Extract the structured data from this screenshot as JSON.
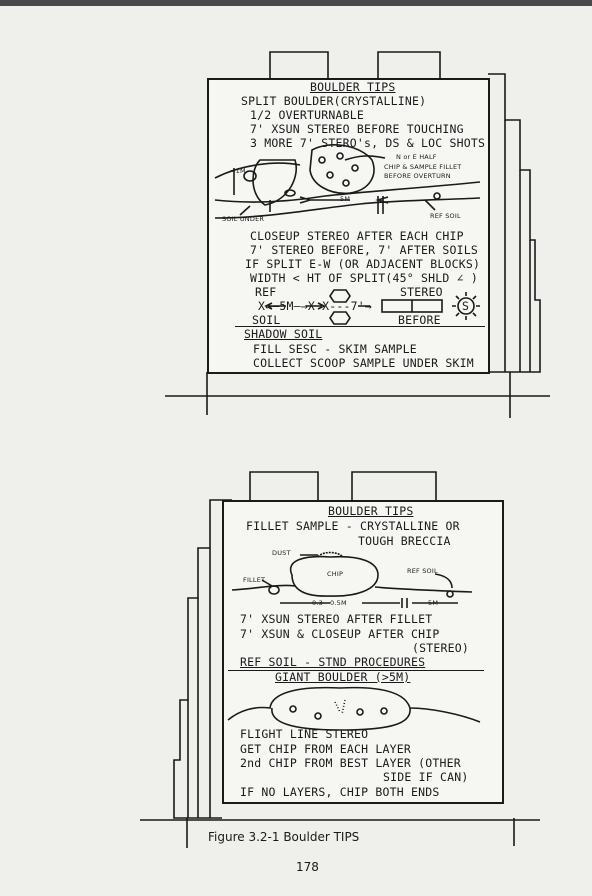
{
  "top_card": {
    "title": "BOULDER TIPS",
    "lines": [
      "SPLIT BOULDER(CRYSTALLINE)",
      "1/2 OVERTURNABLE",
      "7' XSUN STEREO BEFORE TOUCHING",
      "3 MORE 7' STERO's, DS & LOC SHOTS",
      "CLOSEUP STEREO AFTER EACH CHIP",
      "7' STEREO BEFORE, 7' AFTER SOILS",
      "IF SPLIT E-W  (OR ADJACENT BLOCKS)",
      "WIDTH < HT OF SPLIT(45° SHLD ∠ )",
      "SHADOW SOIL",
      "FILL SESC - SKIM SAMPLE",
      "COLLECT SCOOP SAMPLE UNDER SKIM"
    ],
    "sketch": {
      "one_m": "≈1M",
      "half": "N or E HALF",
      "chip_fillet": "CHIP & SAMPLE FILLET",
      "before": "BEFORE OVERTURN",
      "five_m": "5M",
      "soil_under": "SOIL UNDER",
      "ref_soil": "REF SOIL"
    },
    "diagram": {
      "ref": "REF",
      "stereo": "STEREO",
      "row": "X←—5M—→X  X---7'→",
      "s_label": "S",
      "soil": "SOIL",
      "before": "BEFORE"
    }
  },
  "bottom_card": {
    "title": "BOULDER TIPS",
    "lines": [
      "FILLET SAMPLE - CRYSTALLINE OR",
      "TOUGH BRECCIA",
      "7' XSUN STEREO AFTER FILLET",
      "7' XSUN & CLOSEUP AFTER CHIP",
      "(STEREO)",
      "REF SOIL - STND PROCEDURES",
      "GIANT BOULDER (>5M)",
      "FLIGHT LINE STEREO",
      "GET CHIP FROM EACH LAYER",
      "2nd CHIP FROM BEST LAYER (OTHER",
      "SIDE IF CAN)",
      "IF NO LAYERS, CHIP BOTH ENDS"
    ],
    "sketch": {
      "dust": "DUST",
      "chip": "CHIP",
      "fillet": "FILLET",
      "ref_soil": "REF SOIL",
      "distance": "0.3 - 0.5M",
      "five_m": "5M"
    }
  },
  "figure": {
    "caption": "Figure 3.2-1    Boulder TIPS"
  },
  "page": {
    "number": "178"
  }
}
